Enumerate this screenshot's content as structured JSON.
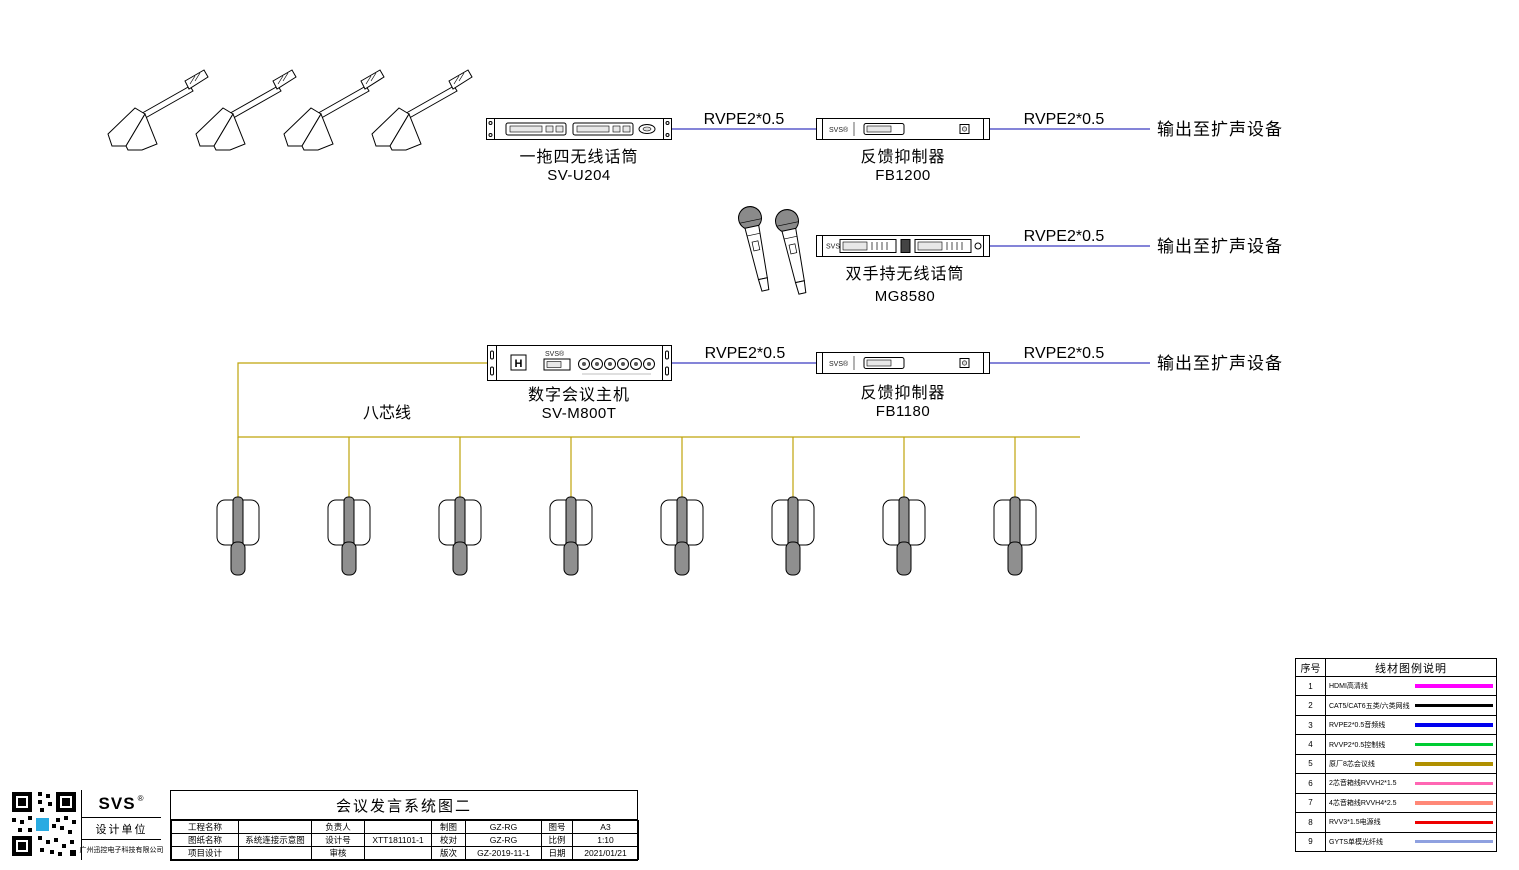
{
  "colors": {
    "audio_line": "#3a3ac0",
    "conference_line": "#bfa40a"
  },
  "diagram": {
    "device_text": {
      "svs": "SVS",
      "svs_r": "SVS®"
    },
    "row1": {
      "device_left": {
        "label": "一拖四无线话筒",
        "model": "SV-U204"
      },
      "cable1": "RVPE2*0.5",
      "device_right": {
        "label": "反馈抑制器",
        "model": "FB1200"
      },
      "cable2": "RVPE2*0.5",
      "output": "输出至扩声设备"
    },
    "row2": {
      "device": {
        "label": "双手持无线话筒",
        "model": "MG8580"
      },
      "cable": "RVPE2*0.5",
      "output": "输出至扩声设备"
    },
    "row3": {
      "device_left": {
        "label": "数字会议主机",
        "model": "SV-M800T"
      },
      "cable1": "RVPE2*0.5",
      "device_right": {
        "label": "反馈抑制器",
        "model": "FB1180"
      },
      "cable2": "RVPE2*0.5",
      "output": "输出至扩声设备",
      "bus_label": "八芯线"
    }
  },
  "legend": {
    "header_no": "序号",
    "header_label": "线材图例说明",
    "rows": [
      {
        "no": "1",
        "label": "HDMI高清线",
        "color": "#ff00ff"
      },
      {
        "no": "2",
        "label": "CAT5/CAT6五类/六类网线",
        "color": "#000000"
      },
      {
        "no": "3",
        "label": "RVPE2*0.5音频线",
        "color": "#0000ee"
      },
      {
        "no": "4",
        "label": "RVVP2*0.5控制线",
        "color": "#00cc33"
      },
      {
        "no": "5",
        "label": "原厂8芯会议线",
        "color": "#b09000"
      },
      {
        "no": "6",
        "label": "2芯音箱线RVVH2*1.5",
        "color": "#ff66b3"
      },
      {
        "no": "7",
        "label": "4芯音箱线RVVH4*2.5",
        "color": "#ff8877"
      },
      {
        "no": "8",
        "label": "RVV3*1.5电源线",
        "color": "#ee0000"
      },
      {
        "no": "9",
        "label": "GYTS单模光纤线",
        "color": "#8fa1e0"
      }
    ]
  },
  "title_block": {
    "logo": "SVS",
    "registered": "®",
    "design_unit": "设计单位",
    "company": "广州迅控电子科技有限公司",
    "drawing_title": "会议发言系统图二",
    "rows": [
      [
        {
          "l": "工程名称",
          "v": ""
        },
        {
          "l": "负责人",
          "v": ""
        },
        {
          "l": "制图",
          "v": "GZ-RG"
        },
        {
          "l": "图号",
          "v": "A3"
        }
      ],
      [
        {
          "l": "图纸名称",
          "v": "系统连接示意图"
        },
        {
          "l": "设计号",
          "v": "XTT181101-1"
        },
        {
          "l": "校对",
          "v": "GZ-RG"
        },
        {
          "l": "比例",
          "v": "1:10"
        }
      ],
      [
        {
          "l": "项目设计",
          "v": ""
        },
        {
          "l": "审核",
          "v": ""
        },
        {
          "l": "版次",
          "v": "GZ-2019-11-1"
        },
        {
          "l": "日期",
          "v": "2021/01/21"
        }
      ]
    ]
  }
}
